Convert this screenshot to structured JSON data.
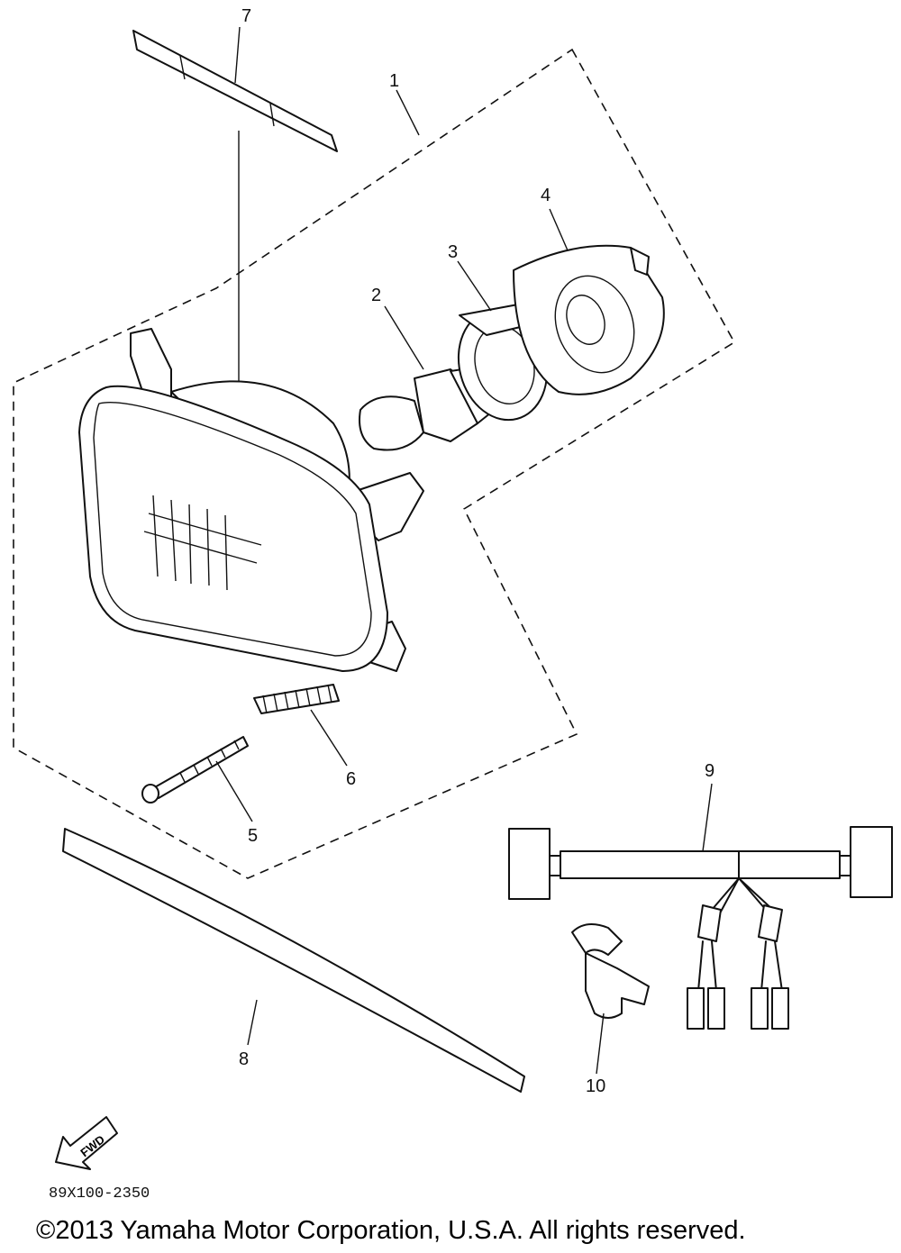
{
  "diagram": {
    "callouts": [
      "1",
      "2",
      "3",
      "4",
      "5",
      "6",
      "7",
      "8",
      "9",
      "10"
    ],
    "fwd_label": "FWD",
    "drawing_code": "89X100-2350",
    "copyright": "©2013 Yamaha Motor Corporation, U.S.A. All rights reserved."
  }
}
